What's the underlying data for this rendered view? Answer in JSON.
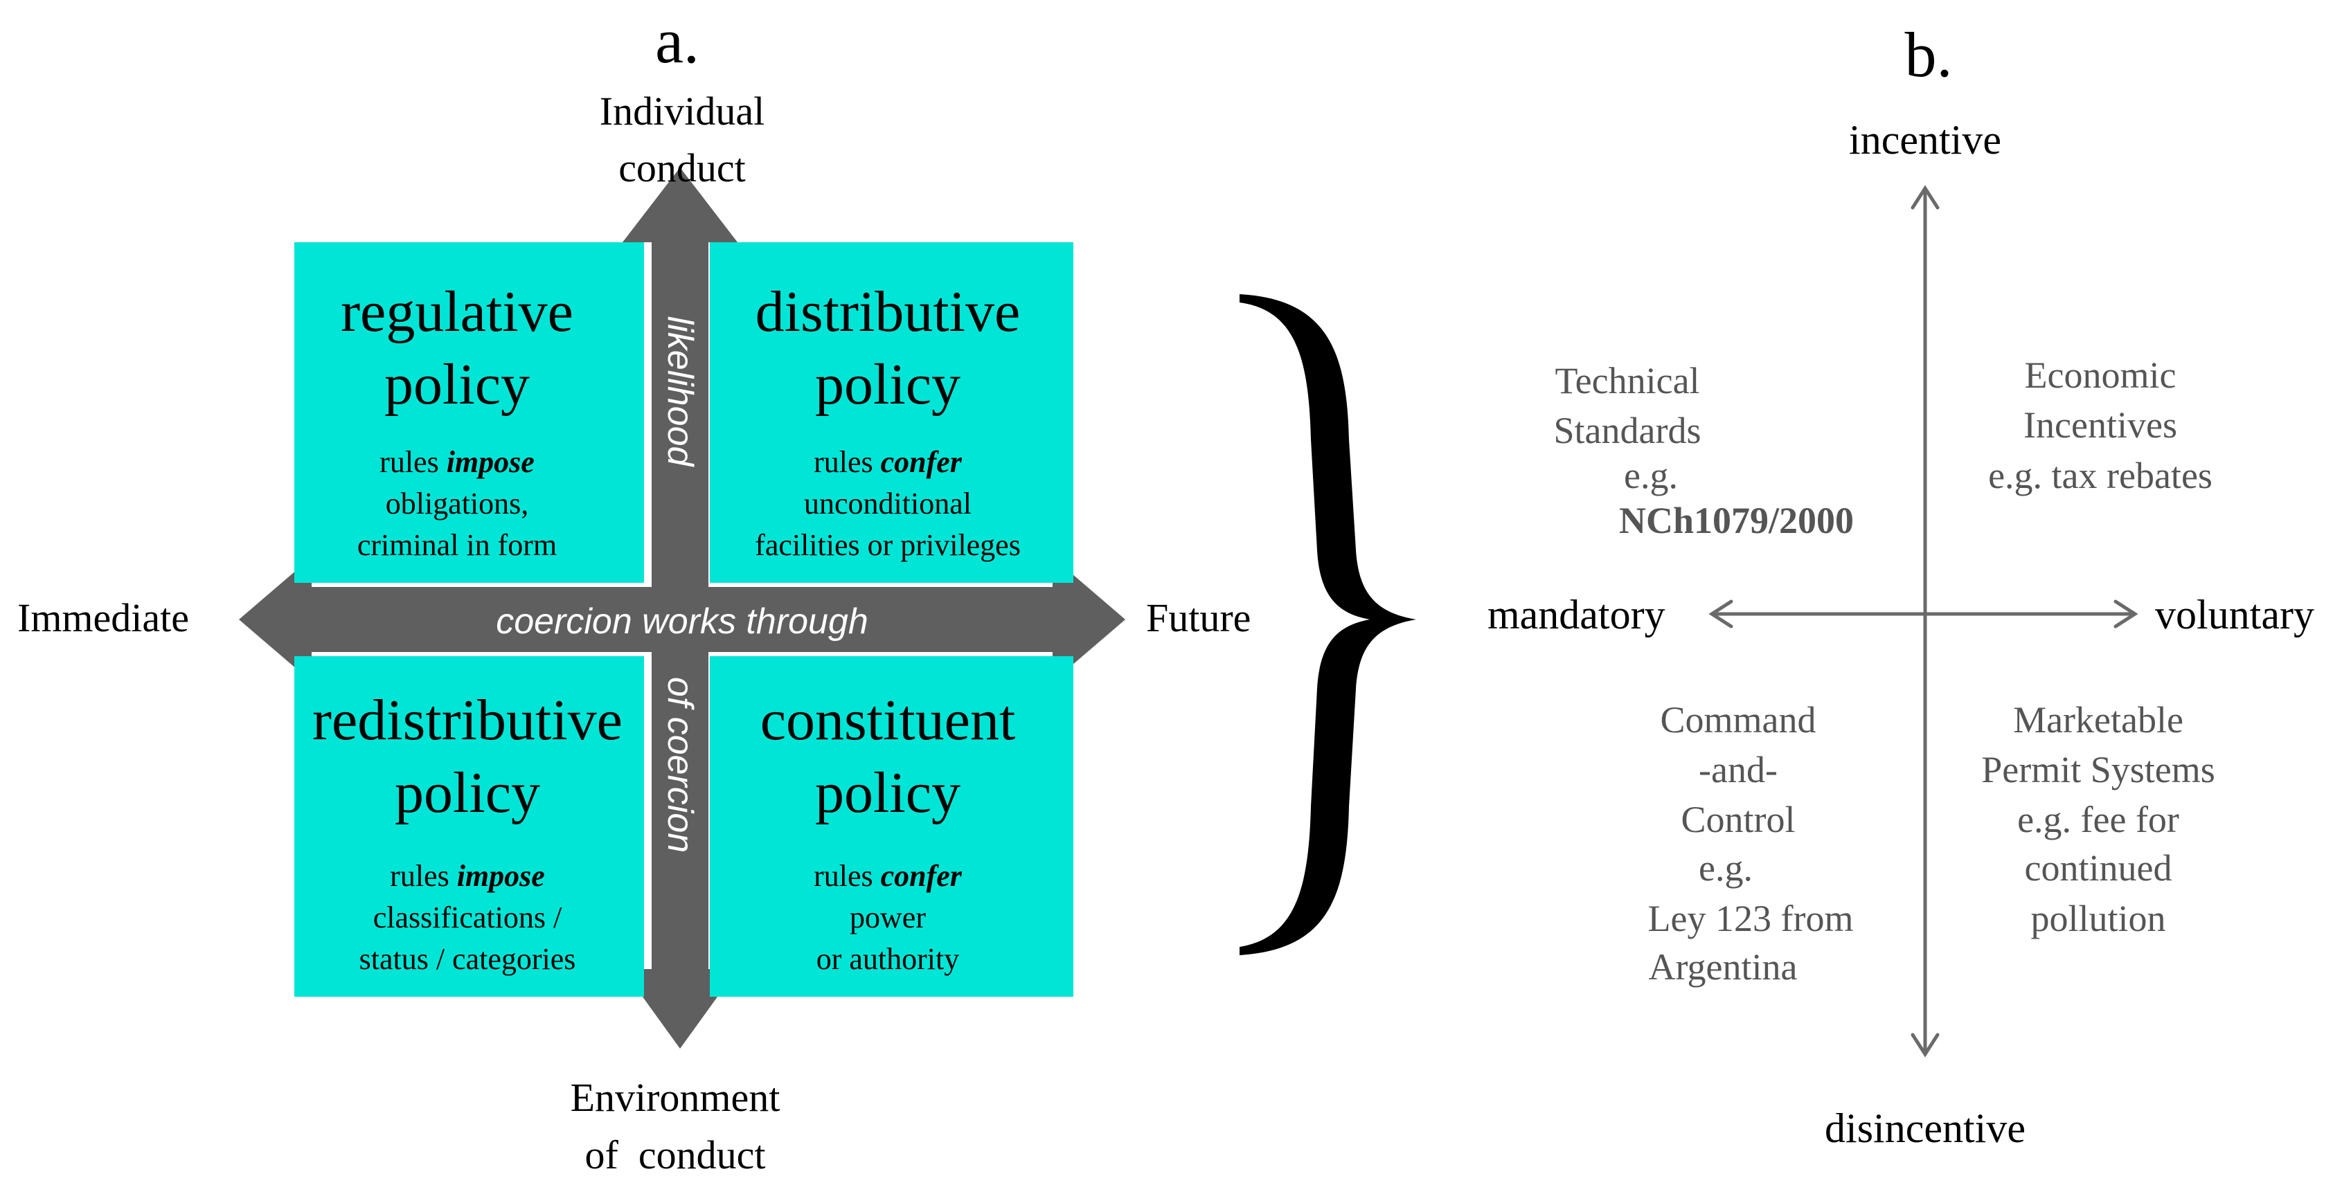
{
  "panel_a": {
    "label": "a.",
    "axis_top": [
      "Individual",
      "conduct"
    ],
    "axis_bottom": [
      "Environment",
      "of  conduct"
    ],
    "axis_left": "Immediate",
    "axis_right": "Future",
    "horizontal_arrow_text": "coercion works through",
    "vertical_arrow_text_upper": "likelihood",
    "vertical_arrow_text_lower": "of coercion",
    "quadrants": [
      {
        "title": [
          "regulative",
          "policy"
        ],
        "lead": "rules ",
        "emph": "impose",
        "rest": [
          "obligations,",
          "criminal in form"
        ]
      },
      {
        "title": [
          "distributive",
          "policy"
        ],
        "lead": "rules ",
        "emph": "confer",
        "rest": [
          "unconditional",
          "facilities or privileges"
        ]
      },
      {
        "title": [
          "redistributive",
          "policy"
        ],
        "lead": "rules ",
        "emph": "impose",
        "rest": [
          "classifications /",
          "status / categories"
        ]
      },
      {
        "title": [
          "constituent",
          "policy"
        ],
        "lead": "rules ",
        "emph": "confer",
        "rest": [
          "power",
          "or authority"
        ]
      }
    ],
    "colors": {
      "quadrant_fill": "#00e5d6",
      "arrow_fill": "#5f5f5f"
    }
  },
  "panel_b": {
    "label": "b.",
    "axis_top": "incentive",
    "axis_bottom": "disincentive",
    "axis_left": "mandatory",
    "axis_right": "voluntary",
    "top_left": [
      "Technical",
      "Standards",
      "e.g."
    ],
    "top_left_bold": "NCh1079/2000",
    "top_right": [
      "Economic",
      "Incentives",
      "e.g. tax rebates"
    ],
    "bottom_left": [
      "Command",
      "-and-",
      "Control",
      "e.g.",
      "Ley 123 from",
      "Argentina"
    ],
    "bottom_right": [
      "Marketable",
      "Permit Systems",
      "e.g. fee for",
      "continued",
      "pollution"
    ]
  }
}
